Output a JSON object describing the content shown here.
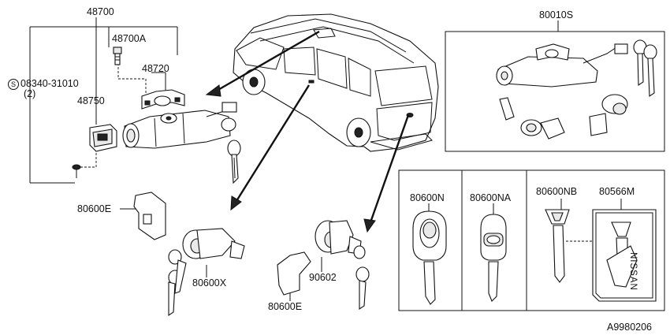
{
  "labels": {
    "p48700": "48700",
    "p48700a": "48700A",
    "p48720": "48720",
    "screw_code": "08340-31010",
    "screw_qty": "(2)",
    "screw_prefix": "S",
    "p48750": "48750",
    "p80010s": "80010S",
    "p80600e_left": "80600E",
    "p80600x": "80600X",
    "p90602": "90602",
    "p80600e_right": "80600E",
    "p80600n": "80600N",
    "p80600na": "80600NA",
    "p80600nb": "80600NB",
    "p80566m": "80566M",
    "diagram_id": "A9980206",
    "card_brand": "NISSAN"
  },
  "icons": [
    "car-illustration",
    "ignition-lock-assembly",
    "key-icon",
    "door-lock-cylinder",
    "retainer-clip",
    "key-card"
  ]
}
